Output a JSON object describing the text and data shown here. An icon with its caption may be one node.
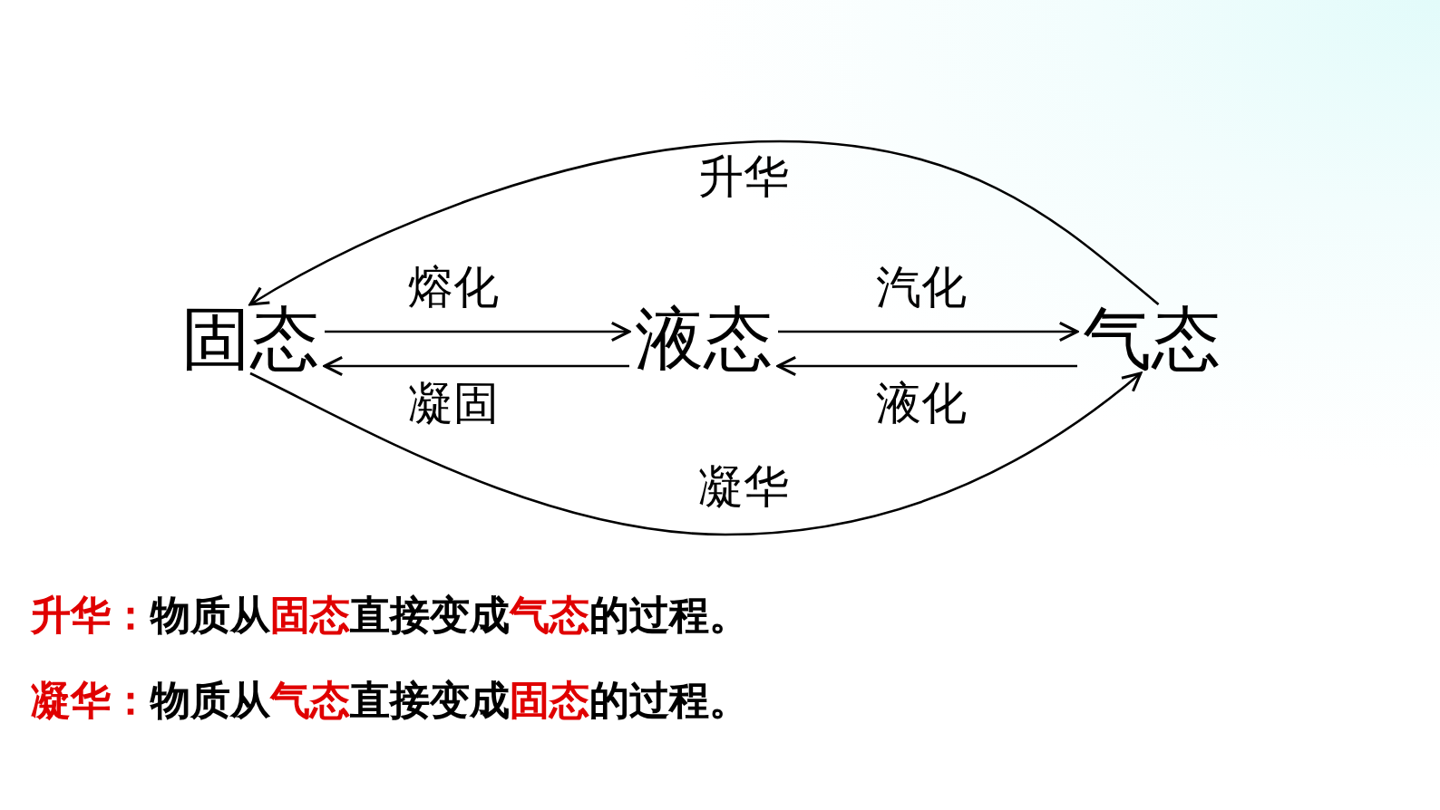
{
  "diagram": {
    "nodes": [
      {
        "text": [
          "固态"
        ]
      },
      {
        "text": [
          "液态"
        ]
      },
      {
        "text": [
          "气态"
        ]
      }
    ],
    "edges": [
      {
        "from": 0,
        "to": 1,
        "arrow": "to",
        "label": "熔化"
      },
      {
        "from": 1,
        "to": 0,
        "arrow": "to",
        "label": "凝固"
      },
      {
        "from": 1,
        "to": 2,
        "arrow": "to",
        "label": "汽化"
      },
      {
        "from": 2,
        "to": 1,
        "arrow": "to",
        "label": "液化"
      },
      {
        "from": 2,
        "to": 0,
        "arrow": "to",
        "label": "升华"
      },
      {
        "from": 0,
        "to": 2,
        "arrow": "to",
        "label": "凝华"
      }
    ],
    "labels": [
      "**升华：**物质从**固态**直接变成**气态**的过程。",
      "**凝华：**物质从**气态**直接变成**固态**的过程。"
    ]
  }
}
